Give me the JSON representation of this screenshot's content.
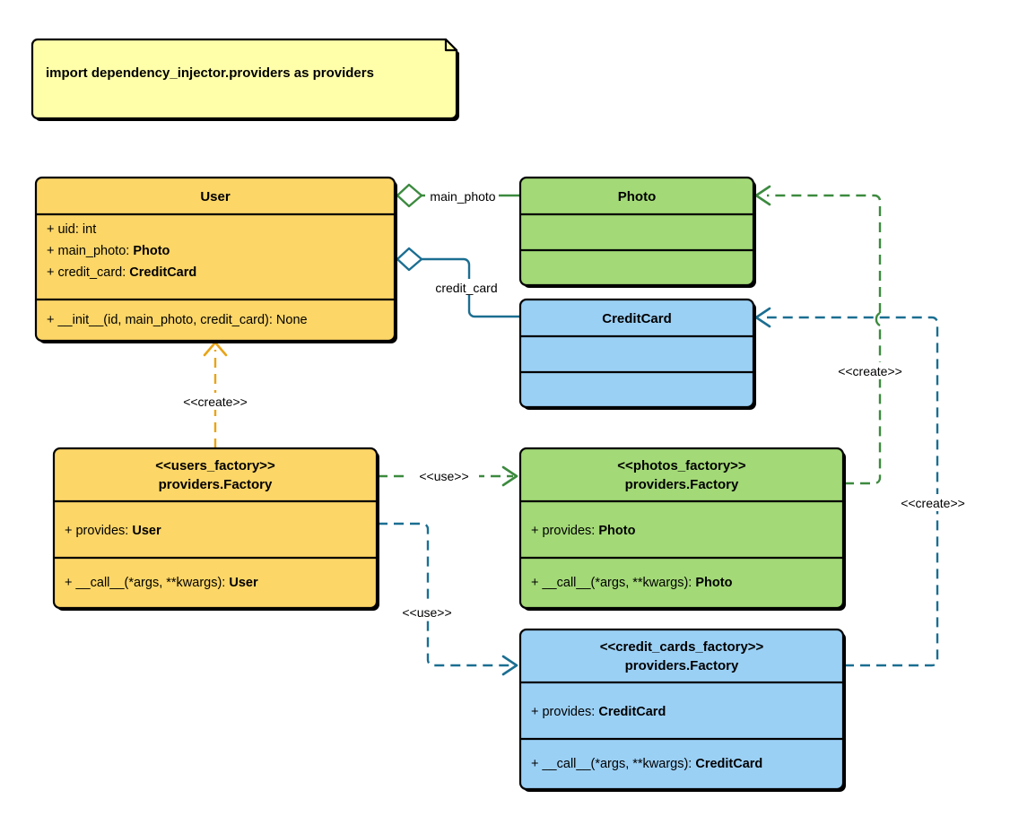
{
  "diagram": {
    "kind": "uml-class-diagram",
    "title": "dependency_injector providers factory diagram",
    "background": "#ffffff",
    "note": {
      "text": "import dependency_injector.providers as providers",
      "fill": "#FFFFAA",
      "stroke": "#000000"
    },
    "palette": {
      "yellow_fill": "#FCD667",
      "green_fill": "#A3D977",
      "blue_fill": "#9BD0F5",
      "green_edge": "#3C8A3F",
      "blue_edge": "#1B6E91",
      "orange_edge": "#E8A417",
      "border": "#000000",
      "text": "#000000"
    },
    "classes": [
      {
        "id": "user",
        "title": "User",
        "stereotype": "",
        "fill": "#FCD667",
        "attributes": [
          {
            "prefix": "+ uid: ",
            "type": "int",
            "type_bold": false
          },
          {
            "prefix": "+ main_photo: ",
            "type": "Photo",
            "type_bold": true
          },
          {
            "prefix": "+ credit_card: ",
            "type": "CreditCard",
            "type_bold": true
          }
        ],
        "methods": [
          {
            "prefix": "+ __init__(id, main_photo, credit_card): ",
            "type": "None",
            "type_bold": false
          }
        ]
      },
      {
        "id": "photo",
        "title": "Photo",
        "stereotype": "",
        "fill": "#A3D977",
        "attributes": [],
        "methods": []
      },
      {
        "id": "credit_card",
        "title": "CreditCard",
        "stereotype": "",
        "fill": "#9BD0F5",
        "attributes": [],
        "methods": []
      },
      {
        "id": "users_factory",
        "title": "providers.Factory",
        "stereotype": "<<users_factory>>",
        "fill": "#FCD667",
        "attributes": [
          {
            "prefix": "+ provides: ",
            "type": "User",
            "type_bold": true
          }
        ],
        "methods": [
          {
            "prefix": "+ __call__(*args, **kwargs): ",
            "type": "User",
            "type_bold": true
          }
        ]
      },
      {
        "id": "photos_factory",
        "title": "providers.Factory",
        "stereotype": "<<photos_factory>>",
        "fill": "#A3D977",
        "attributes": [
          {
            "prefix": "+ provides: ",
            "type": "Photo",
            "type_bold": true
          }
        ],
        "methods": [
          {
            "prefix": "+ __call__(*args, **kwargs): ",
            "type": "Photo",
            "type_bold": true
          }
        ]
      },
      {
        "id": "credit_cards_factory",
        "title": "providers.Factory",
        "stereotype": "<<credit_cards_factory>>",
        "fill": "#9BD0F5",
        "attributes": [
          {
            "prefix": "+ provides: ",
            "type": "CreditCard",
            "type_bold": true
          }
        ],
        "methods": [
          {
            "prefix": "+ __call__(*args, **kwargs): ",
            "type": "CreditCard",
            "type_bold": true
          }
        ]
      }
    ],
    "edges": [
      {
        "id": "user-main-photo",
        "from": "user",
        "to": "photo",
        "label": "main_photo",
        "style": "solid",
        "decoration": "aggregation-diamond",
        "color": "#3C8A3F"
      },
      {
        "id": "user-credit-card",
        "from": "user",
        "to": "credit_card",
        "label": "credit_card",
        "style": "solid",
        "decoration": "aggregation-diamond",
        "color": "#1B6E91"
      },
      {
        "id": "users-factory-creates-user",
        "from": "users_factory",
        "to": "user",
        "label": "<<create>>",
        "style": "dashed",
        "decoration": "open-arrow",
        "color": "#E8A417"
      },
      {
        "id": "users-factory-uses-photos-factory",
        "from": "users_factory",
        "to": "photos_factory",
        "label": "<<use>>",
        "style": "dashed",
        "decoration": "open-arrow",
        "color": "#3C8A3F"
      },
      {
        "id": "users-factory-uses-credit-cards-factory",
        "from": "users_factory",
        "to": "credit_cards_factory",
        "label": "<<use>>",
        "style": "dashed",
        "decoration": "open-arrow",
        "color": "#1B6E91"
      },
      {
        "id": "photos-factory-creates-photo",
        "from": "photos_factory",
        "to": "photo",
        "label": "<<create>>",
        "style": "dashed",
        "decoration": "open-arrow",
        "color": "#3C8A3F"
      },
      {
        "id": "credit-cards-factory-creates-credit-card",
        "from": "credit_cards_factory",
        "to": "credit_card",
        "label": "<<create>>",
        "style": "dashed",
        "decoration": "open-arrow",
        "color": "#1B6E91"
      }
    ]
  }
}
